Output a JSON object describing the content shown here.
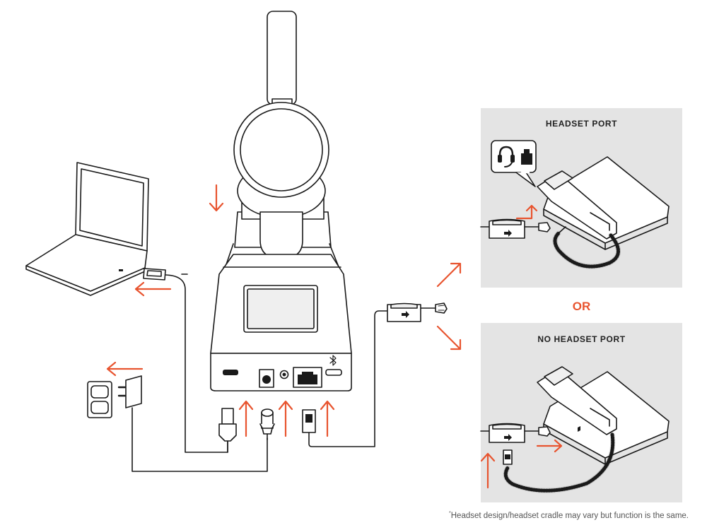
{
  "panels": {
    "headset_port": {
      "title": "HEADSET PORT"
    },
    "no_headset_port": {
      "title": "NO HEADSET PORT"
    }
  },
  "or_label": "OR",
  "footnote": {
    "marker": "*",
    "text": "Headset design/headset cradle may vary but function is the same."
  },
  "colors": {
    "arrow": "#e8542f",
    "line": "#1a1a1a",
    "panel_bg": "#e4e4e4",
    "device_fill": "#ffffff"
  },
  "icons": [
    "headset-icon",
    "phone-jack-icon",
    "bluetooth-icon",
    "laptop-icon",
    "power-outlet-icon",
    "ac-adapter-icon",
    "desk-phone-icon",
    "headset-cradle-icon"
  ]
}
